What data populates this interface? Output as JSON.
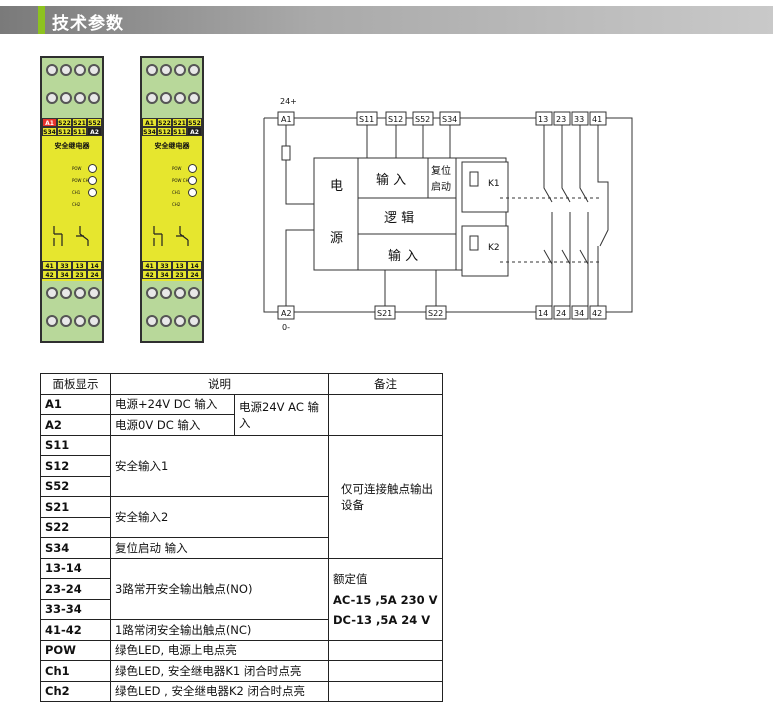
{
  "header": {
    "title": "技术参数"
  },
  "relays": [
    {
      "top_tags": [
        "A1",
        "S22",
        "S21",
        "S52"
      ],
      "mid_tags": [
        "S34",
        "S12",
        "S11",
        "A2"
      ],
      "name": "安全继电器",
      "leds": [
        "POW",
        "POW CH1",
        "CH1",
        "CH2"
      ],
      "contact_top": [
        "41",
        "33",
        "13",
        "14"
      ],
      "contact_bottom": [
        "42",
        "34",
        "23",
        "24"
      ]
    },
    {
      "top_tags": [
        "A1",
        "S22",
        "S21",
        "S52"
      ],
      "mid_tags": [
        "S34",
        "S12",
        "S11",
        "A2"
      ],
      "name": "安全继电器",
      "leds": [
        "POW",
        "POW CH1",
        "CH1",
        "CH2"
      ],
      "contact_top": [
        "41",
        "33",
        "13",
        "14"
      ],
      "contact_bottom": [
        "42",
        "34",
        "23",
        "24"
      ]
    }
  ],
  "diagram": {
    "supply_plus": "24+",
    "supply_minus": "0-",
    "top_terminals": [
      "A1",
      "S11",
      "S12",
      "S52",
      "S34"
    ],
    "right_top_terminals": [
      "13",
      "23",
      "33",
      "41"
    ],
    "bottom_terminals": [
      "A2",
      "S21",
      "S22"
    ],
    "right_bottom_terminals": [
      "14",
      "24",
      "34",
      "42"
    ],
    "block_power": [
      "电",
      "源"
    ],
    "block_input_top": "输 入",
    "block_reset": [
      "复位",
      "启动"
    ],
    "block_logic": "逻 辑",
    "block_input_bottom": "输 入",
    "coil_k1": "K1",
    "coil_k2": "K2"
  },
  "table": {
    "headers": [
      "面板显示",
      "说明",
      "备注"
    ],
    "rows": {
      "a1": {
        "code": "A1",
        "desc": "电源+24V DC  输入"
      },
      "a2": {
        "code": "A2",
        "desc": "电源0V DC  输入"
      },
      "ac_note": "电源24V AC 输入",
      "s11": "S11",
      "s12": "S12",
      "s52": "S52",
      "safe_input_1": "安全输入1",
      "s21": "S21",
      "s22": "S22",
      "safe_input_2": "安全输入2",
      "s34": {
        "code": "S34",
        "desc": "复位启动 输入"
      },
      "contact_note": "仅可连接触点输出设备",
      "r1314": "13-14",
      "r2324": "23-24",
      "r3334": "33-34",
      "no_desc": "3路常开安全输出触点(NO)",
      "rated_title": "额定值",
      "rated_ac": "AC-15 ,5A 230 V",
      "rated_dc": "DC-13 ,5A 24 V",
      "r4142": {
        "code": "41-42",
        "desc": "1路常闭安全输出触点(NC)"
      },
      "pow": {
        "code": "POW",
        "desc": "绿色LED, 电源上电点亮"
      },
      "ch1": {
        "code": "Ch1",
        "desc": "绿色LED, 安全继电器K1 闭合时点亮"
      },
      "ch2": {
        "code": "Ch2",
        "desc": "绿色LED , 安全继电器K2 闭合时点亮"
      }
    }
  }
}
